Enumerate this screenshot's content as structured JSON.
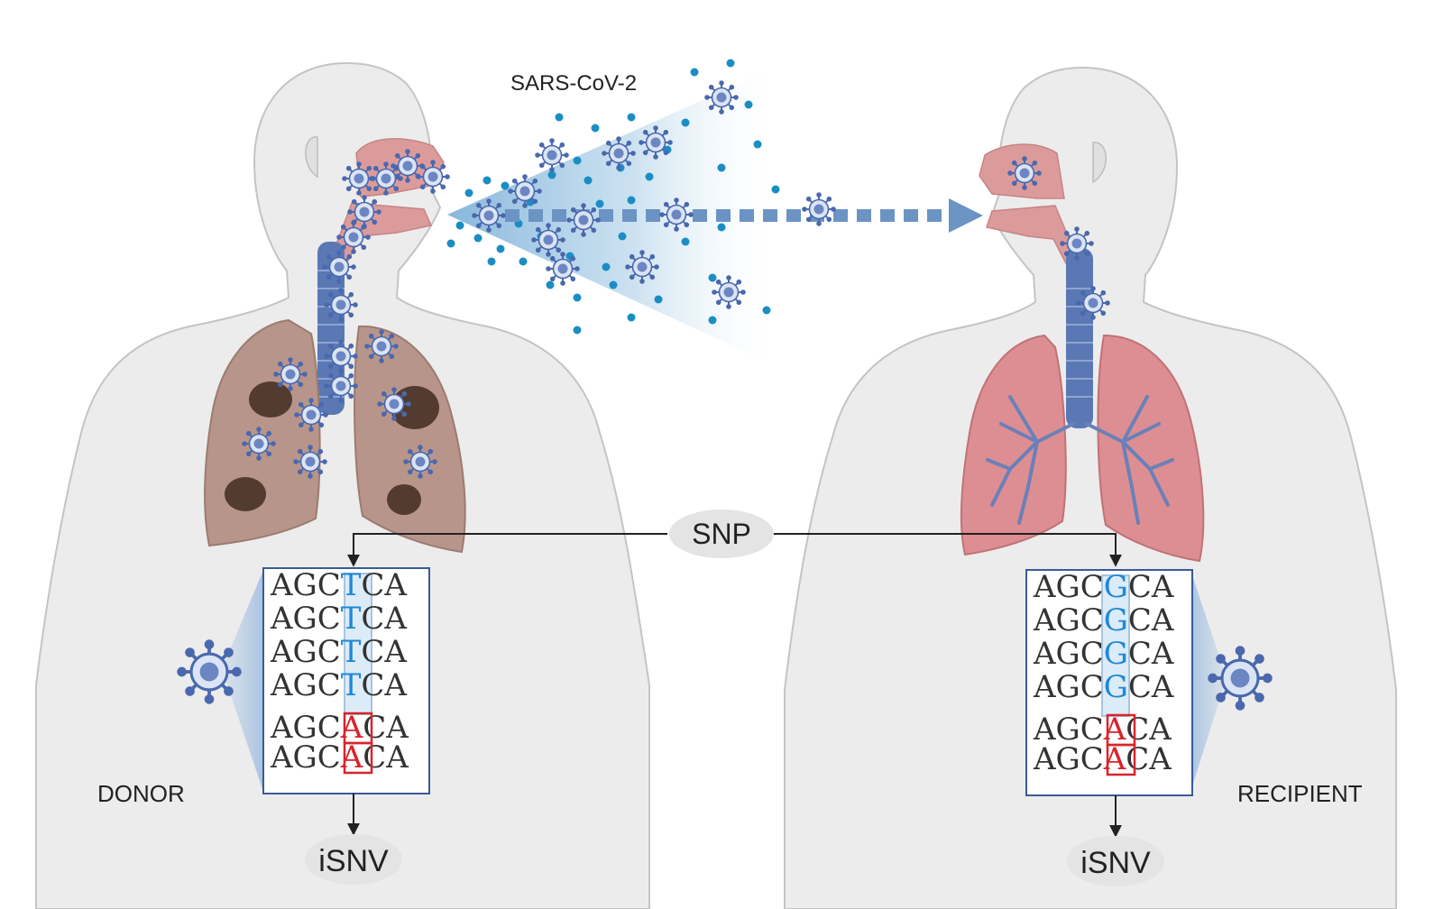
{
  "labels": {
    "virus": "SARS-CoV-2",
    "donor": "DONOR",
    "recipient": "RECIPIENT",
    "snp": "SNP",
    "isnv_left": "iSNV",
    "isnv_right": "iSNV"
  },
  "donor_alignment": [
    {
      "prefix": "AGC",
      "base": "T",
      "suffix": "CA",
      "kind": "snp"
    },
    {
      "prefix": "AGC",
      "base": "T",
      "suffix": "CA",
      "kind": "snp"
    },
    {
      "prefix": "AGC",
      "base": "T",
      "suffix": "CA",
      "kind": "snp"
    },
    {
      "prefix": "AGC",
      "base": "T",
      "suffix": "CA",
      "kind": "snp"
    },
    {
      "prefix": "AGC",
      "base": "A",
      "suffix": "CA",
      "kind": "isnv"
    },
    {
      "prefix": "AGC",
      "base": "A",
      "suffix": "CA",
      "kind": "isnv"
    }
  ],
  "recipient_alignment": [
    {
      "prefix": "AGC",
      "base": "G",
      "suffix": "CA",
      "kind": "snp"
    },
    {
      "prefix": "AGC",
      "base": "G",
      "suffix": "CA",
      "kind": "snp"
    },
    {
      "prefix": "AGC",
      "base": "G",
      "suffix": "CA",
      "kind": "snp"
    },
    {
      "prefix": "AGC",
      "base": "G",
      "suffix": "CA",
      "kind": "snp"
    },
    {
      "prefix": "AGC",
      "base": "A",
      "suffix": "CA",
      "kind": "isnv"
    },
    {
      "prefix": "AGC",
      "base": "A",
      "suffix": "CA",
      "kind": "isnv"
    }
  ],
  "colors": {
    "body": "#ececec",
    "body_outline": "#c4c4c4",
    "airway_pink": "#dc9b9b",
    "lung_infected": "#b8958a",
    "lung_healthy": "#dd8e92",
    "trachea_blue": "#5a78b4",
    "virus_blue": "#4a68ae",
    "droplet": "#1a8ec4",
    "snp_base": "#1e88d8",
    "isnv_base": "#d8242c",
    "box_border": "#3a5a98",
    "label_oval": "#e4e4e4"
  }
}
